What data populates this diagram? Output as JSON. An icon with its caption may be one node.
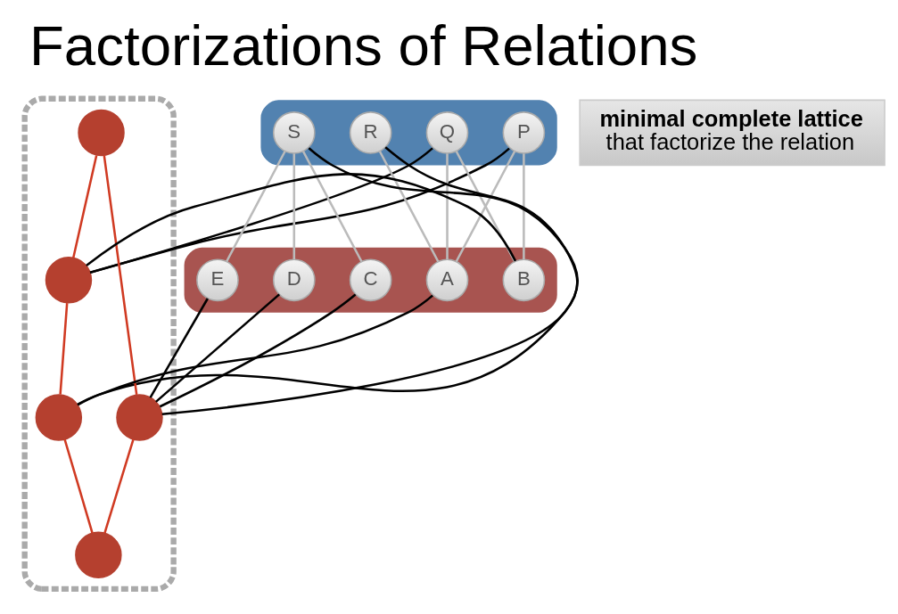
{
  "diagram": {
    "title": "Factorizations of Relations",
    "nodes": [
      {
        "text": [],
        "shape": "box"
      },
      {
        "text": [
          "P"
        ],
        "in": 0
      },
      {
        "text": [
          "Q"
        ],
        "in": 0
      },
      {
        "text": [
          "R"
        ],
        "in": 0
      },
      {
        "text": [
          "S"
        ],
        "in": 0
      },
      {
        "text": [],
        "shape": "box"
      },
      {
        "text": [],
        "shape": "circle",
        "in": 5
      },
      {
        "text": [],
        "shape": "circle",
        "in": 5
      },
      {
        "text": [],
        "shape": "circle",
        "in": 5
      },
      {
        "text": [],
        "shape": "circle",
        "in": 5
      },
      {
        "text": [],
        "shape": "circle",
        "in": 5
      },
      {
        "text": [
          "minimal complete lattice",
          "that factorize the relation"
        ]
      },
      {
        "text": [],
        "shape": "box"
      },
      {
        "text": [
          "A"
        ],
        "in": 12
      },
      {
        "text": [
          "B"
        ],
        "in": 12
      },
      {
        "text": [
          "C"
        ],
        "in": 12
      },
      {
        "text": [
          "D"
        ],
        "in": 12
      },
      {
        "text": [
          "E"
        ],
        "in": 12
      }
    ],
    "edges": [
      {
        "from": 1,
        "to": 13,
        "arrow": "none",
        "color": "#bbbbbb"
      },
      {
        "from": 1,
        "to": 14,
        "arrow": "none",
        "color": "#bbbbbb"
      },
      {
        "from": 2,
        "to": 13,
        "arrow": "none",
        "color": "#bbbbbb"
      },
      {
        "from": 2,
        "to": 14,
        "arrow": "none",
        "color": "#bbbbbb"
      },
      {
        "from": 3,
        "to": 13,
        "arrow": "none",
        "color": "#bbbbbb"
      },
      {
        "from": 4,
        "to": 15,
        "arrow": "none",
        "color": "#bbbbbb"
      },
      {
        "from": 4,
        "to": 16,
        "arrow": "none",
        "color": "#bbbbbb"
      },
      {
        "from": 4,
        "to": 17,
        "arrow": "none",
        "color": "#bbbbbb"
      },
      {
        "from": 1,
        "to": 7,
        "arrow": "none"
      },
      {
        "from": 2,
        "to": 7,
        "arrow": "none"
      },
      {
        "from": 3,
        "to": 9,
        "arrow": "none"
      },
      {
        "from": 4,
        "to": 8,
        "arrow": "none"
      },
      {
        "from": 13,
        "to": 9,
        "arrow": "none"
      },
      {
        "from": 14,
        "to": 7,
        "arrow": "none"
      },
      {
        "from": 15,
        "to": 8,
        "arrow": "none"
      },
      {
        "from": 16,
        "to": 8,
        "arrow": "none"
      },
      {
        "from": 17,
        "to": 8,
        "arrow": "none"
      },
      {
        "from": 6,
        "to": 7,
        "arrow": "none",
        "color": "#d03a22"
      },
      {
        "from": 6,
        "to": 8,
        "arrow": "none",
        "color": "#d03a22"
      },
      {
        "from": 7,
        "to": 9,
        "arrow": "none",
        "color": "#d03a22"
      },
      {
        "from": 9,
        "to": 10,
        "arrow": "none",
        "color": "#d03a22"
      },
      {
        "from": 8,
        "to": 10,
        "arrow": "none",
        "color": "#d03a22"
      }
    ]
  }
}
